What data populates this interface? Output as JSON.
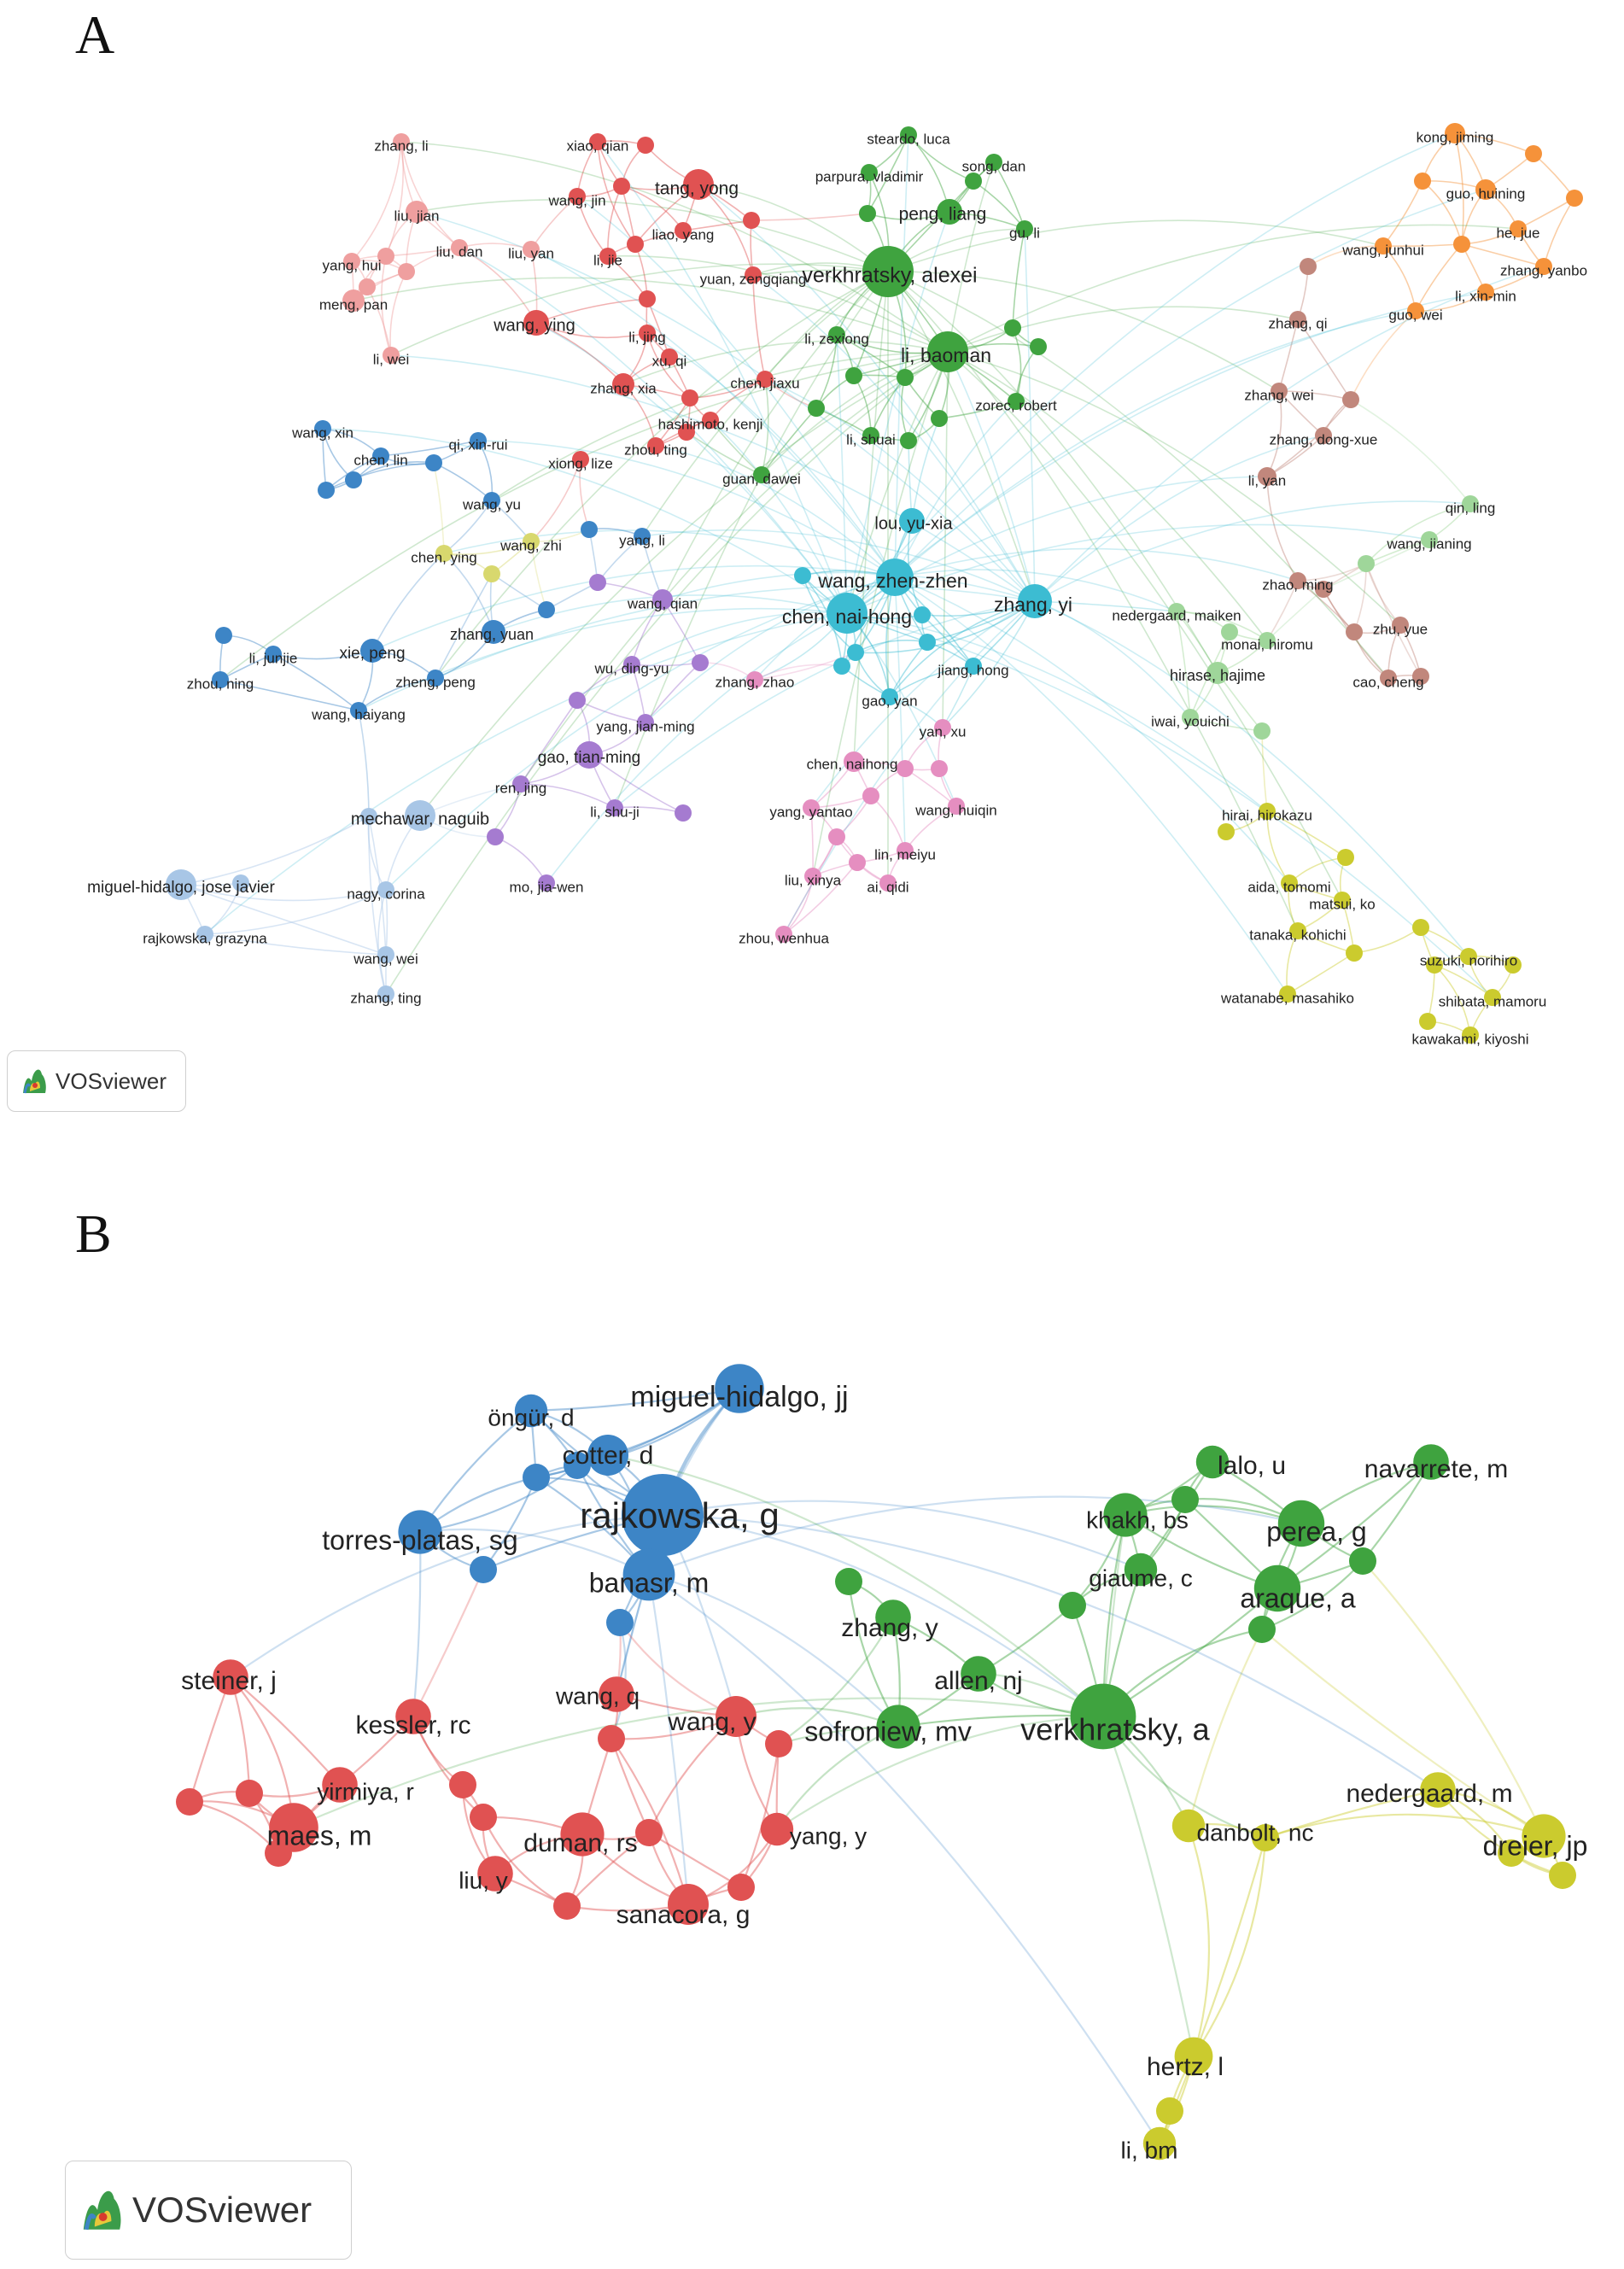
{
  "panel_a": {
    "letter": "A",
    "logo_text": "VOSviewer",
    "cluster_colors": {
      "red": "#e05252",
      "green": "#3fa33f",
      "blue": "#3d85c6",
      "teal": "#3cbcd2",
      "purple": "#a57bd0",
      "pink": "#e58ec0",
      "lightred": "#ef9f9f",
      "lightblue": "#a8c6e6",
      "orange": "#f5923a",
      "brown": "#c1877c",
      "yellow": "#cbcb2e",
      "lightgreen": "#9fd69a",
      "yellowgreen": "#d8d86e"
    },
    "nodes": [
      {
        "id": "verkhratsky-alexei",
        "label": "verkhratsky, alexei",
        "cluster": "green",
        "size": 3
      },
      {
        "id": "li-baoman",
        "label": "li, baoman",
        "cluster": "green",
        "size": 2.4
      },
      {
        "id": "peng-liang",
        "label": "peng, liang",
        "cluster": "green",
        "size": 1.5
      },
      {
        "id": "steardo-luca",
        "label": "steardo, luca",
        "cluster": "green",
        "size": 1
      },
      {
        "id": "parpura-vladimir",
        "label": "parpura, vladimir",
        "cluster": "green",
        "size": 1
      },
      {
        "id": "song-dan",
        "label": "song, dan",
        "cluster": "green",
        "size": 1
      },
      {
        "id": "gu-li",
        "label": "gu, li",
        "cluster": "green",
        "size": 1
      },
      {
        "id": "li-zexiong",
        "label": "li, zexiong",
        "cluster": "green",
        "size": 1
      },
      {
        "id": "zorec-robert",
        "label": "zorec, robert",
        "cluster": "green",
        "size": 1
      },
      {
        "id": "li-shuai",
        "label": "li, shuai",
        "cluster": "green",
        "size": 1
      },
      {
        "id": "guan-dawei",
        "label": "guan, dawei",
        "cluster": "green",
        "size": 1
      },
      {
        "id": "tang-yong",
        "label": "tang, yong",
        "cluster": "red",
        "size": 1.8
      },
      {
        "id": "xiao-qian",
        "label": "xiao, qian",
        "cluster": "red",
        "size": 1
      },
      {
        "id": "wang-jin",
        "label": "wang, jin",
        "cluster": "red",
        "size": 1
      },
      {
        "id": "liao-yang",
        "label": "liao, yang",
        "cluster": "red",
        "size": 1
      },
      {
        "id": "li-jie",
        "label": "li, jie",
        "cluster": "red",
        "size": 1
      },
      {
        "id": "yuan-zengqiang",
        "label": "yuan, zengqiang",
        "cluster": "red",
        "size": 1
      },
      {
        "id": "wang-ying",
        "label": "wang, ying",
        "cluster": "red",
        "size": 1.5
      },
      {
        "id": "li-jing",
        "label": "li, jing",
        "cluster": "red",
        "size": 1
      },
      {
        "id": "xu-qi",
        "label": "xu, qi",
        "cluster": "red",
        "size": 1
      },
      {
        "id": "zhang-xia",
        "label": "zhang, xia",
        "cluster": "red",
        "size": 1.3
      },
      {
        "id": "chen-jiaxu",
        "label": "chen, jiaxu",
        "cluster": "red",
        "size": 1
      },
      {
        "id": "hashimoto-kenji",
        "label": "hashimoto, kenji",
        "cluster": "red",
        "size": 1
      },
      {
        "id": "zhou-ting",
        "label": "zhou, ting",
        "cluster": "red",
        "size": 1
      },
      {
        "id": "xiong-lize",
        "label": "xiong, lize",
        "cluster": "red",
        "size": 1
      },
      {
        "id": "zhang-li",
        "label": "zhang, li",
        "cluster": "lightred",
        "size": 1
      },
      {
        "id": "liu-jian",
        "label": "liu, jian",
        "cluster": "lightred",
        "size": 1.3
      },
      {
        "id": "liu-dan",
        "label": "liu, dan",
        "cluster": "lightred",
        "size": 1
      },
      {
        "id": "liu-yan",
        "label": "liu, yan",
        "cluster": "lightred",
        "size": 1
      },
      {
        "id": "yang-hui",
        "label": "yang, hui",
        "cluster": "lightred",
        "size": 1
      },
      {
        "id": "meng-pan",
        "label": "meng, pan",
        "cluster": "lightred",
        "size": 1.3
      },
      {
        "id": "li-wei",
        "label": "li, wei",
        "cluster": "lightred",
        "size": 1
      },
      {
        "id": "wang-xin",
        "label": "wang, xin",
        "cluster": "blue",
        "size": 1
      },
      {
        "id": "qi-xin-rui",
        "label": "qi, xin-rui",
        "cluster": "blue",
        "size": 1
      },
      {
        "id": "chen-lin",
        "label": "chen, lin",
        "cluster": "blue",
        "size": 1
      },
      {
        "id": "wang-yu",
        "label": "wang, yu",
        "cluster": "blue",
        "size": 1
      },
      {
        "id": "yang-li",
        "label": "yang, li",
        "cluster": "blue",
        "size": 1
      },
      {
        "id": "zhang-yuan",
        "label": "zhang, yuan",
        "cluster": "blue",
        "size": 1.4
      },
      {
        "id": "xie-peng",
        "label": "xie, peng",
        "cluster": "blue",
        "size": 1.4
      },
      {
        "id": "li-junjie",
        "label": "li, junjie",
        "cluster": "blue",
        "size": 1
      },
      {
        "id": "zhou-ning",
        "label": "zhou, ning",
        "cluster": "blue",
        "size": 1
      },
      {
        "id": "zheng-peng",
        "label": "zheng, peng",
        "cluster": "blue",
        "size": 1
      },
      {
        "id": "wang-haiyang",
        "label": "wang, haiyang",
        "cluster": "blue",
        "size": 1
      },
      {
        "id": "chen-ying",
        "label": "chen, ying",
        "cluster": "yellowgreen",
        "size": 1
      },
      {
        "id": "wang-zhi",
        "label": "wang, zhi",
        "cluster": "yellowgreen",
        "size": 1
      },
      {
        "id": "mechawar-naguib",
        "label": "mechawar, naguib",
        "cluster": "lightblue",
        "size": 1.8
      },
      {
        "id": "miguel-hidalgo-jose-javier",
        "label": "miguel-hidalgo, jose javier",
        "cluster": "lightblue",
        "size": 1.8
      },
      {
        "id": "rajkowska-grazyna",
        "label": "rajkowska, grazyna",
        "cluster": "lightblue",
        "size": 1
      },
      {
        "id": "nagy-corina",
        "label": "nagy, corina",
        "cluster": "lightblue",
        "size": 1
      },
      {
        "id": "wang-wei",
        "label": "wang, wei",
        "cluster": "lightblue",
        "size": 1
      },
      {
        "id": "zhang-ting",
        "label": "zhang, ting",
        "cluster": "lightblue",
        "size": 1
      },
      {
        "id": "wang-qian",
        "label": "wang, qian",
        "cluster": "purple",
        "size": 1.2
      },
      {
        "id": "wu-ding-yu",
        "label": "wu, ding-yu",
        "cluster": "purple",
        "size": 1
      },
      {
        "id": "yang-jian-ming",
        "label": "yang, jian-ming",
        "cluster": "purple",
        "size": 1
      },
      {
        "id": "gao-tian-ming",
        "label": "gao, tian-ming",
        "cluster": "purple",
        "size": 1.6
      },
      {
        "id": "ren-jing",
        "label": "ren, jing",
        "cluster": "purple",
        "size": 1
      },
      {
        "id": "li-shu-ji",
        "label": "li, shu-ji",
        "cluster": "purple",
        "size": 1
      },
      {
        "id": "mo-jia-wen",
        "label": "mo, jia-wen",
        "cluster": "purple",
        "size": 1
      },
      {
        "id": "lou-yu-xia",
        "label": "lou, yu-xia",
        "cluster": "teal",
        "size": 1.5
      },
      {
        "id": "wang-zhen-zhen",
        "label": "wang, zhen-zhen",
        "cluster": "teal",
        "size": 2.2
      },
      {
        "id": "chen-nai-hong",
        "label": "chen, nai-hong",
        "cluster": "teal",
        "size": 2.4
      },
      {
        "id": "zhang-yi",
        "label": "zhang, yi",
        "cluster": "teal",
        "size": 2
      },
      {
        "id": "jiang-hong",
        "label": "jiang, hong",
        "cluster": "teal",
        "size": 1
      },
      {
        "id": "gao-yan",
        "label": "gao, yan",
        "cluster": "teal",
        "size": 1
      },
      {
        "id": "zhang-zhao",
        "label": "zhang, zhao",
        "cluster": "pink",
        "size": 1
      },
      {
        "id": "yan-xu",
        "label": "yan, xu",
        "cluster": "pink",
        "size": 1
      },
      {
        "id": "chen-naihong",
        "label": "chen, naihong",
        "cluster": "pink",
        "size": 1.2
      },
      {
        "id": "yang-yantao",
        "label": "yang, yantao",
        "cluster": "pink",
        "size": 1
      },
      {
        "id": "wang-huiqin",
        "label": "wang, huiqin",
        "cluster": "pink",
        "size": 1
      },
      {
        "id": "lin-meiyu",
        "label": "lin, meiyu",
        "cluster": "pink",
        "size": 1
      },
      {
        "id": "liu-xinya",
        "label": "liu, xinya",
        "cluster": "pink",
        "size": 1
      },
      {
        "id": "ai-qidi",
        "label": "ai, qidi",
        "cluster": "pink",
        "size": 1
      },
      {
        "id": "zhou-wenhua",
        "label": "zhou, wenhua",
        "cluster": "pink",
        "size": 1
      },
      {
        "id": "kong-jiming",
        "label": "kong, jiming",
        "cluster": "orange",
        "size": 1.2
      },
      {
        "id": "guo-huining",
        "label": "guo, huining",
        "cluster": "orange",
        "size": 1.2
      },
      {
        "id": "he-jue",
        "label": "he, jue",
        "cluster": "orange",
        "size": 1
      },
      {
        "id": "wang-junhui",
        "label": "wang, junhui",
        "cluster": "orange",
        "size": 1
      },
      {
        "id": "zhang-yanbo",
        "label": "zhang, yanbo",
        "cluster": "orange",
        "size": 1
      },
      {
        "id": "li-xin-min",
        "label": "li, xin-min",
        "cluster": "orange",
        "size": 1
      },
      {
        "id": "guo-wei",
        "label": "guo, wei",
        "cluster": "orange",
        "size": 1
      },
      {
        "id": "zhang-qi",
        "label": "zhang, qi",
        "cluster": "brown",
        "size": 1
      },
      {
        "id": "zhang-wei",
        "label": "zhang, wei",
        "cluster": "brown",
        "size": 1
      },
      {
        "id": "zhang-dong-xue",
        "label": "zhang, dong-xue",
        "cluster": "brown",
        "size": 1
      },
      {
        "id": "li-yan",
        "label": "li, yan",
        "cluster": "brown",
        "size": 1.1
      },
      {
        "id": "zhao-ming",
        "label": "zhao, ming",
        "cluster": "brown",
        "size": 1
      },
      {
        "id": "zhu-yue",
        "label": "zhu, yue",
        "cluster": "brown",
        "size": 1
      },
      {
        "id": "cao-cheng",
        "label": "cao, cheng",
        "cluster": "brown",
        "size": 1
      },
      {
        "id": "qin-ling",
        "label": "qin, ling",
        "cluster": "lightgreen",
        "size": 1
      },
      {
        "id": "wang-jianing",
        "label": "wang, jianing",
        "cluster": "lightgreen",
        "size": 1
      },
      {
        "id": "nedergaard-maiken",
        "label": "nedergaard, maiken",
        "cluster": "lightgreen",
        "size": 1
      },
      {
        "id": "monai-hiromu",
        "label": "monai, hiromu",
        "cluster": "lightgreen",
        "size": 1
      },
      {
        "id": "hirase-hajime",
        "label": "hirase, hajime",
        "cluster": "lightgreen",
        "size": 1.3
      },
      {
        "id": "iwai-youichi",
        "label": "iwai, youichi",
        "cluster": "lightgreen",
        "size": 1
      },
      {
        "id": "hirai-hirokazu",
        "label": "hirai, hirokazu",
        "cluster": "yellow",
        "size": 1
      },
      {
        "id": "aida-tomomi",
        "label": "aida, tomomi",
        "cluster": "yellow",
        "size": 1
      },
      {
        "id": "matsui-ko",
        "label": "matsui, ko",
        "cluster": "yellow",
        "size": 1
      },
      {
        "id": "tanaka-kohichi",
        "label": "tanaka, kohichi",
        "cluster": "yellow",
        "size": 1
      },
      {
        "id": "suzuki-norihiro",
        "label": "suzuki, norihiro",
        "cluster": "yellow",
        "size": 1
      },
      {
        "id": "shibata-mamoru",
        "label": "shibata, mamoru",
        "cluster": "yellow",
        "size": 1
      },
      {
        "id": "watanabe-masahiko",
        "label": "watanabe, masahiko",
        "cluster": "yellow",
        "size": 1
      },
      {
        "id": "kawakami-kiyoshi",
        "label": "kawakami, kiyoshi",
        "cluster": "yellow",
        "size": 1
      }
    ]
  },
  "panel_b": {
    "letter": "B",
    "logo_text": "VOSviewer",
    "cluster_colors": {
      "blue": "#3d85c6",
      "green": "#3fa33f",
      "red": "#e05252",
      "yellow": "#cbcb2e"
    },
    "nodes": [
      {
        "id": "rajkowska-g",
        "label": "rajkowska, g",
        "cluster": "blue",
        "size": 3
      },
      {
        "id": "miguel-hidalgo-jj",
        "label": "miguel-hidalgo, jj",
        "cluster": "blue",
        "size": 1.8
      },
      {
        "id": "ongur-d",
        "label": "öngür, d",
        "cluster": "blue",
        "size": 1.2
      },
      {
        "id": "cotter-d",
        "label": "cotter, d",
        "cluster": "blue",
        "size": 1.5
      },
      {
        "id": "torres-platas-sg",
        "label": "torres-platas, sg",
        "cluster": "blue",
        "size": 1.6
      },
      {
        "id": "banasr-m",
        "label": "banasr, m",
        "cluster": "blue",
        "size": 1.9
      },
      {
        "id": "verkhratsky-a",
        "label": "verkhratsky, a",
        "cluster": "green",
        "size": 2.4
      },
      {
        "id": "lalo-u",
        "label": "lalo, u",
        "cluster": "green",
        "size": 1.2
      },
      {
        "id": "navarrete-m",
        "label": "navarrete, m",
        "cluster": "green",
        "size": 1.3
      },
      {
        "id": "khakh-bs",
        "label": "khakh, bs",
        "cluster": "green",
        "size": 1.6
      },
      {
        "id": "perea-g",
        "label": "perea, g",
        "cluster": "green",
        "size": 1.7
      },
      {
        "id": "giaume-c",
        "label": "giaume, c",
        "cluster": "green",
        "size": 1.2
      },
      {
        "id": "araque-a",
        "label": "araque, a",
        "cluster": "green",
        "size": 1.7
      },
      {
        "id": "zhang-y",
        "label": "zhang, y",
        "cluster": "green",
        "size": 1.3
      },
      {
        "id": "allen-nj",
        "label": "allen, nj",
        "cluster": "green",
        "size": 1.3
      },
      {
        "id": "sofroniew-mv",
        "label": "sofroniew, mv",
        "cluster": "green",
        "size": 1.6
      },
      {
        "id": "steiner-j",
        "label": "steiner, j",
        "cluster": "red",
        "size": 1.3
      },
      {
        "id": "kessler-rc",
        "label": "kessler, rc",
        "cluster": "red",
        "size": 1.3
      },
      {
        "id": "yirmiya-r",
        "label": "yirmiya, r",
        "cluster": "red",
        "size": 1.3
      },
      {
        "id": "maes-m",
        "label": "maes, m",
        "cluster": "red",
        "size": 1.8
      },
      {
        "id": "wang-q",
        "label": "wang, q",
        "cluster": "red",
        "size": 1.3
      },
      {
        "id": "wang-y",
        "label": "wang, y",
        "cluster": "red",
        "size": 1.5
      },
      {
        "id": "duman-rs",
        "label": "duman, rs",
        "cluster": "red",
        "size": 1.6
      },
      {
        "id": "liu-y",
        "label": "liu, y",
        "cluster": "red",
        "size": 1.3
      },
      {
        "id": "yang-y",
        "label": "yang, y",
        "cluster": "red",
        "size": 1.2
      },
      {
        "id": "sanacora-g",
        "label": "sanacora, g",
        "cluster": "red",
        "size": 1.5
      },
      {
        "id": "nedergaard-m",
        "label": "nedergaard, m",
        "cluster": "yellow",
        "size": 1.3
      },
      {
        "id": "danbolt-nc",
        "label": "danbolt, nc",
        "cluster": "yellow",
        "size": 1.2
      },
      {
        "id": "dreier-jp",
        "label": "dreier, jp",
        "cluster": "yellow",
        "size": 1.6
      },
      {
        "id": "hertz-l",
        "label": "hertz, l",
        "cluster": "yellow",
        "size": 1.4
      },
      {
        "id": "li-bm",
        "label": "li, bm",
        "cluster": "yellow",
        "size": 1.2
      }
    ]
  }
}
